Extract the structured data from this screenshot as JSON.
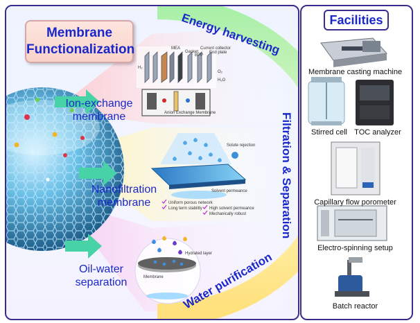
{
  "title": {
    "line1": "Membrane",
    "line2": "Functionalization"
  },
  "applications": [
    {
      "line1": "Ion-exchange",
      "line2": "membrane"
    },
    {
      "line1": "Nanofiltration",
      "line2": "membrane"
    },
    {
      "line1": "Oil-water",
      "line2": "separation"
    }
  ],
  "arc_labels": {
    "energy": "Energy harvesting",
    "filtration": "Filtration & Separation",
    "water": "Water purification"
  },
  "ion_exchange_schematic": {
    "labels": [
      "MEA",
      "Gasket",
      "Current collector",
      "BPP",
      "End plate",
      "Anion Exchange Membrane"
    ],
    "species": [
      "H₂",
      "O₂",
      "H₂O"
    ]
  },
  "nanofiltration_schematic": {
    "labels": [
      "Solute rejection",
      "Solvent permeance"
    ],
    "features": [
      "Uniform porous network",
      "Long term stability",
      "High solvent permeance",
      "Mechanically robust"
    ]
  },
  "oilwater_schematic": {
    "labels": [
      "Hydrated layer",
      "Membrane"
    ]
  },
  "facilities": {
    "title": "Facilities",
    "items": [
      "Membrane casting machine",
      "Stirred cell",
      "TOC analyzer",
      "Capillary flow porometer",
      "Electro-spinning setup",
      "Batch reactor"
    ]
  },
  "colors": {
    "border": "#3a2b8c",
    "text_blue": "#1b28c9",
    "arrow": "#48d3a6",
    "title_bg": "#fde0d8"
  }
}
